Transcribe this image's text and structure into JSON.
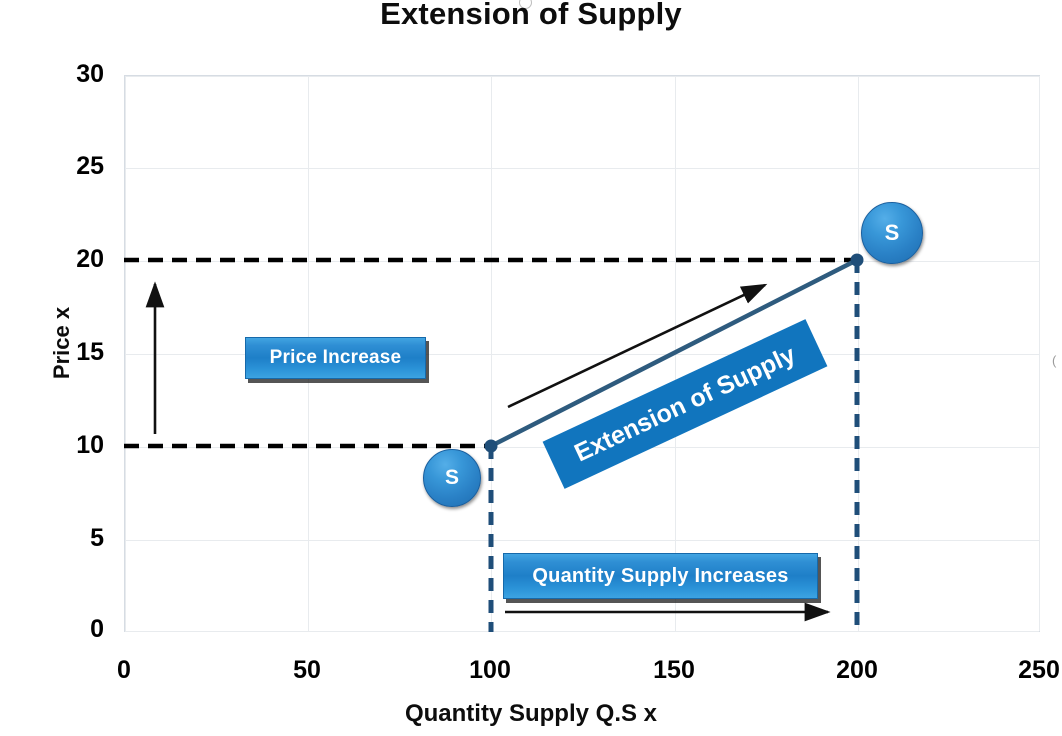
{
  "chart_data": {
    "type": "line",
    "title": "Extension of Supply",
    "xlabel": "Quantity Supply Q.S x",
    "ylabel": "Price x",
    "xlim": [
      0,
      250
    ],
    "ylim": [
      0,
      30
    ],
    "xticks": [
      "0",
      "50",
      "100",
      "150",
      "200",
      "250"
    ],
    "yticks": [
      "0",
      "5",
      "10",
      "15",
      "20",
      "25",
      "30"
    ],
    "grid": true,
    "legend": false,
    "series": [
      {
        "name": "Supply",
        "label": "S",
        "points": [
          {
            "x": 100,
            "y": 10,
            "marker_label": "S"
          },
          {
            "x": 200,
            "y": 20,
            "marker_label": "S"
          }
        ]
      }
    ],
    "reference_lines": [
      {
        "type": "horizontal",
        "value": 10,
        "from_x": 0,
        "to_x": 100,
        "style": "dashed",
        "color": "#000000"
      },
      {
        "type": "horizontal",
        "value": 20,
        "from_x": 0,
        "to_x": 200,
        "style": "dashed",
        "color": "#000000"
      },
      {
        "type": "vertical",
        "value": 100,
        "from_y": 0,
        "to_y": 10,
        "style": "dashed",
        "color": "#1f4e79"
      },
      {
        "type": "vertical",
        "value": 200,
        "from_y": 0,
        "to_y": 20,
        "style": "dashed",
        "color": "#1f4e79"
      }
    ],
    "annotations": [
      {
        "id": "price-increase",
        "text": "Price Increase",
        "kind": "callout-box"
      },
      {
        "id": "quantity-supply-increases",
        "text": "Quantity Supply Increases",
        "kind": "callout-box"
      },
      {
        "id": "extension-of-supply",
        "text": "Extension of Supply",
        "kind": "rotated-banner",
        "rotation_deg": -25
      }
    ],
    "arrows": [
      {
        "id": "price-increase-arrow",
        "direction": "up",
        "from": {
          "x": 10,
          "y": 10.3
        },
        "to": {
          "x": 10,
          "y": 19.2
        }
      },
      {
        "id": "quantity-increase-arrow",
        "direction": "right",
        "from": {
          "x": 103,
          "y": 1.1
        },
        "to": {
          "x": 194,
          "y": 1.1
        }
      },
      {
        "id": "extension-direction-arrow",
        "direction": "up-right",
        "from": {
          "x": 107,
          "y": 12.6
        },
        "to": {
          "x": 177,
          "y": 19.3
        }
      }
    ],
    "colors": {
      "supply_line": "#2e5b7e",
      "banner_blue": "#1175be",
      "callout_blue": "#1e7fc8",
      "dashed_vertical": "#1f4e79",
      "dashed_horizontal": "#000000",
      "gridline": "#e8ebee",
      "plot_border": "#d6dce3",
      "title_text": "#0d0d0d"
    }
  },
  "title": "Extension of Supply",
  "axes": {
    "y": {
      "label": "Price x",
      "ticks": [
        "30",
        "25",
        "20",
        "15",
        "10",
        "5",
        "0"
      ]
    },
    "x": {
      "label": "Quantity Supply Q.S x",
      "ticks": [
        "0",
        "50",
        "100",
        "150",
        "200",
        "250"
      ]
    }
  },
  "markers": {
    "lower": "S",
    "upper": "S"
  },
  "callouts": {
    "price_increase": "Price Increase",
    "quantity_supply_increases": "Quantity Supply Increases",
    "extension_banner": "Extension of Supply"
  },
  "artifacts": {
    "right_handle": "("
  }
}
